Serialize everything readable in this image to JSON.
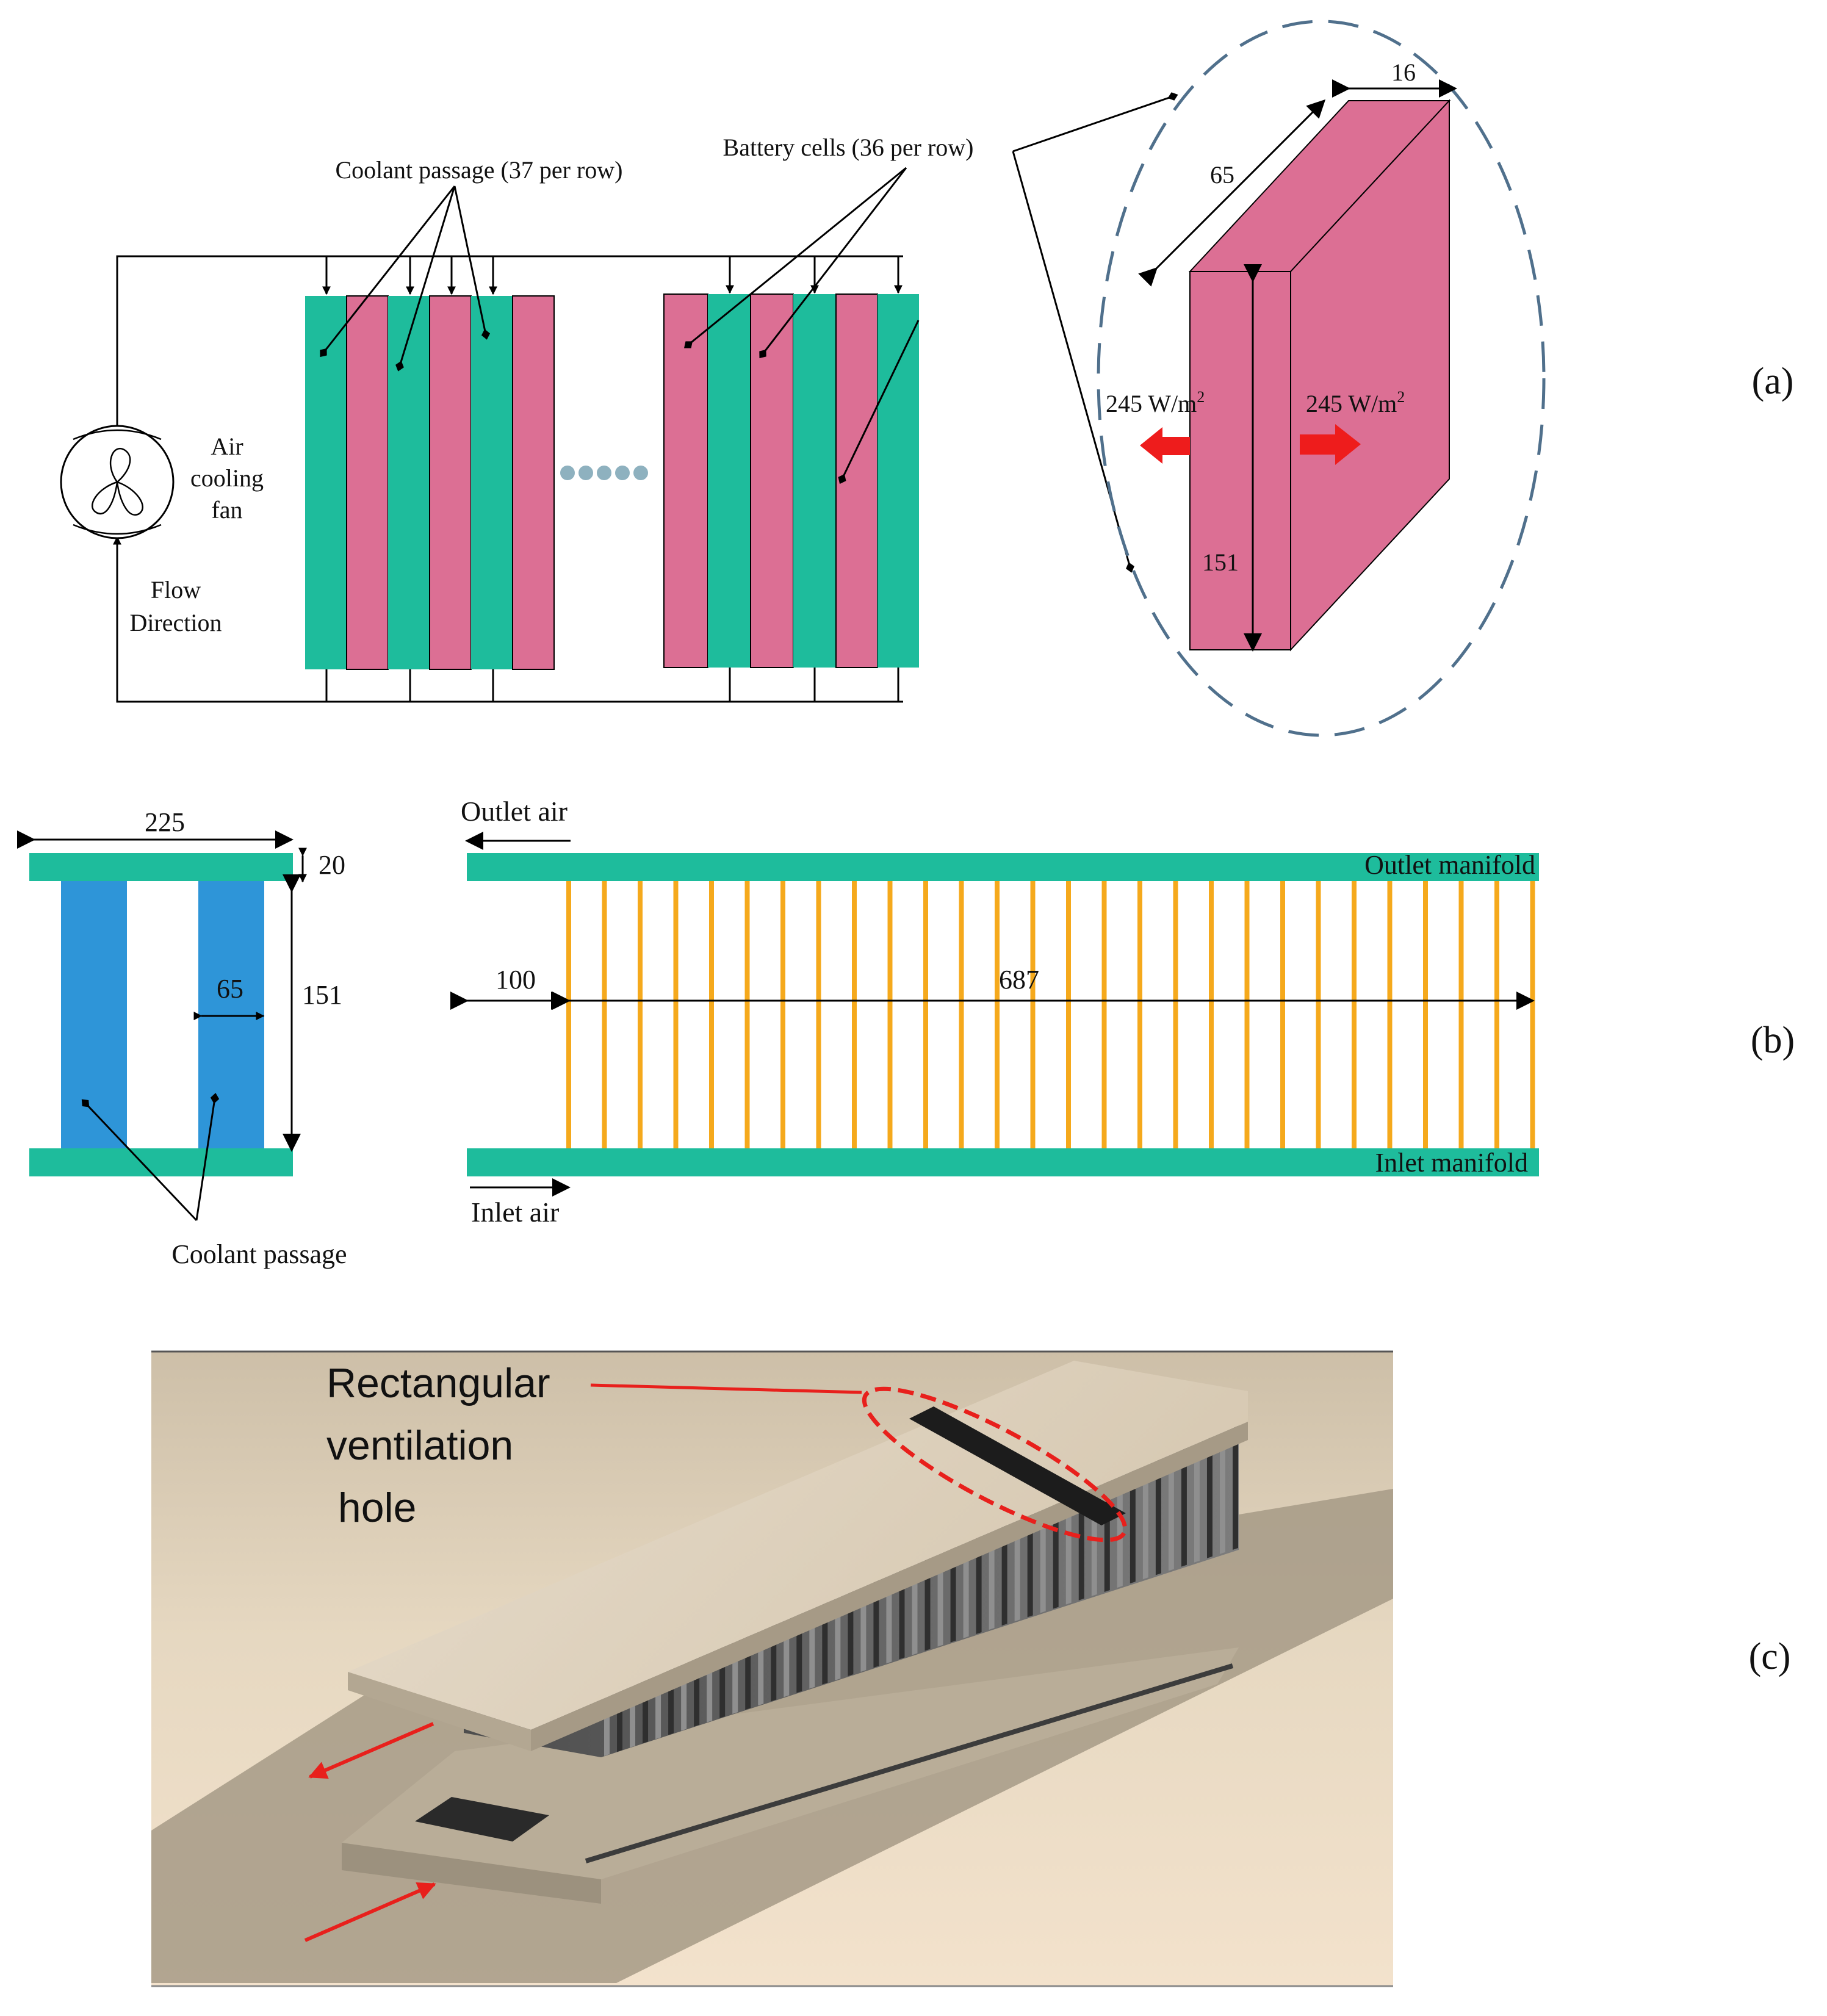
{
  "panel_labels": {
    "a": "(a)",
    "b": "(b)",
    "c": "(c)"
  },
  "panel_a": {
    "coolant_passage_label": "Coolant passage (37 per row)",
    "battery_cells_label": "Battery cells (36 per row)",
    "fan_label_lines": [
      "Air",
      "cooling",
      "fan"
    ],
    "flow_label_lines": [
      "Flow",
      "Direction"
    ],
    "cell_dims": {
      "depth": "65",
      "thickness": "16",
      "height": "151"
    },
    "heat_flux_value": "245 W/m",
    "heat_flux_exponent": "2"
  },
  "panel_b": {
    "width": "225",
    "manifold_thickness": "20",
    "passage_width": "65",
    "height": "151",
    "coolant_passage_label": "Coolant passage",
    "outlet_air_label": "Outlet air",
    "inlet_air_label": "Inlet air",
    "outlet_manifold_label": "Outlet manifold",
    "inlet_manifold_label": "Inlet manifold",
    "inlet_offset": "100",
    "pack_length": "687"
  },
  "panel_c": {
    "hole_label_lines": [
      "Rectangular",
      "ventilation",
      " hole"
    ]
  },
  "colors": {
    "coolant": "#1ebc9c",
    "battery": "#dc6f94",
    "channel": "#f5a91c",
    "passage_blue": "#2e95d8",
    "arrow_red": "#e8201c"
  }
}
